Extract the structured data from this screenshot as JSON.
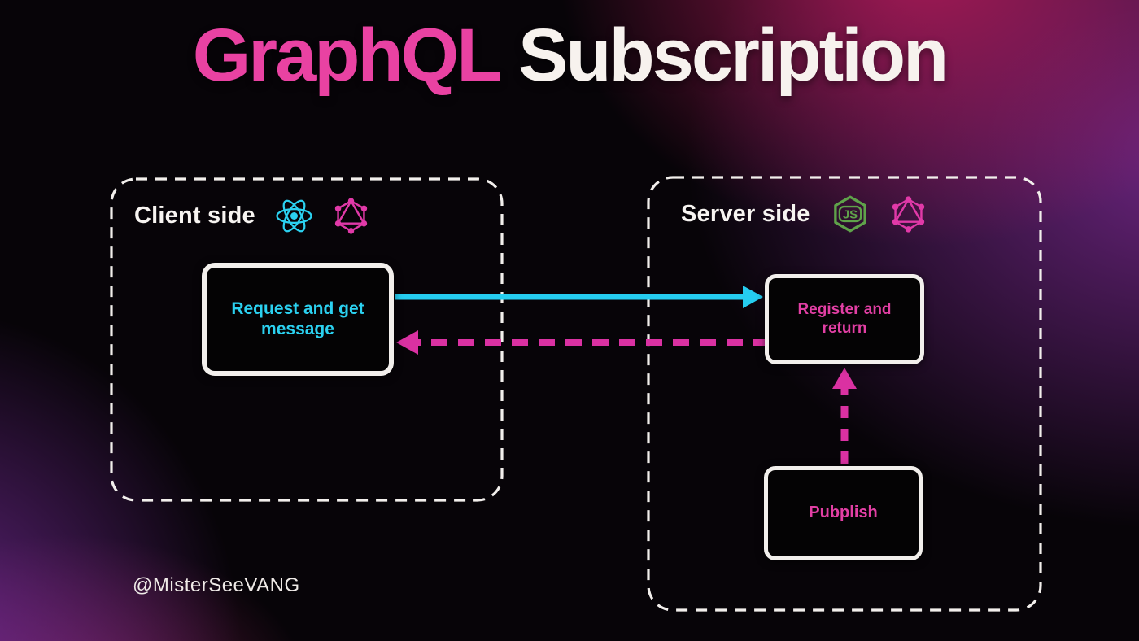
{
  "title": {
    "graphql": "GraphQL",
    "subscription": "Subscription"
  },
  "watermark": "@MisterSeeVANG",
  "client_panel": {
    "label": "Client side",
    "icons": [
      "react-icon",
      "graphql-icon"
    ],
    "request_node": {
      "label": "Request and get message",
      "text_color": "#2bd1f0"
    }
  },
  "server_panel": {
    "label": "Server side",
    "icons": [
      "nodejs-icon",
      "graphql-icon"
    ],
    "nodejs_icon_text": "JS",
    "register_node": {
      "label": "Register and return",
      "text_color": "#e23fa4"
    },
    "publish_node": {
      "label": "Pubplish",
      "text_color": "#e23fa4"
    }
  },
  "arrows": [
    {
      "name": "request-arrow",
      "from": "request_node",
      "to": "register_node",
      "line": "solid",
      "color": "#25cdf0",
      "direction": "right"
    },
    {
      "name": "return-arrow",
      "from": "register_node",
      "to": "request_node",
      "line": "dashed",
      "color": "#da31a2",
      "direction": "left"
    },
    {
      "name": "publish-arrow",
      "from": "publish_node",
      "to": "register_node",
      "line": "dashed",
      "color": "#da31a2",
      "direction": "up"
    }
  ],
  "colors": {
    "title_pink": "#e942a2",
    "title_white": "#f7f2ee",
    "accent_cyan": "#25cdf0",
    "accent_pink": "#da31a2",
    "nodejs_green": "#5fa24a",
    "graphql_pink": "#e139a8",
    "react_cyan": "#2bd1f0",
    "panel_border": "#f2efec",
    "background": "#070408"
  }
}
